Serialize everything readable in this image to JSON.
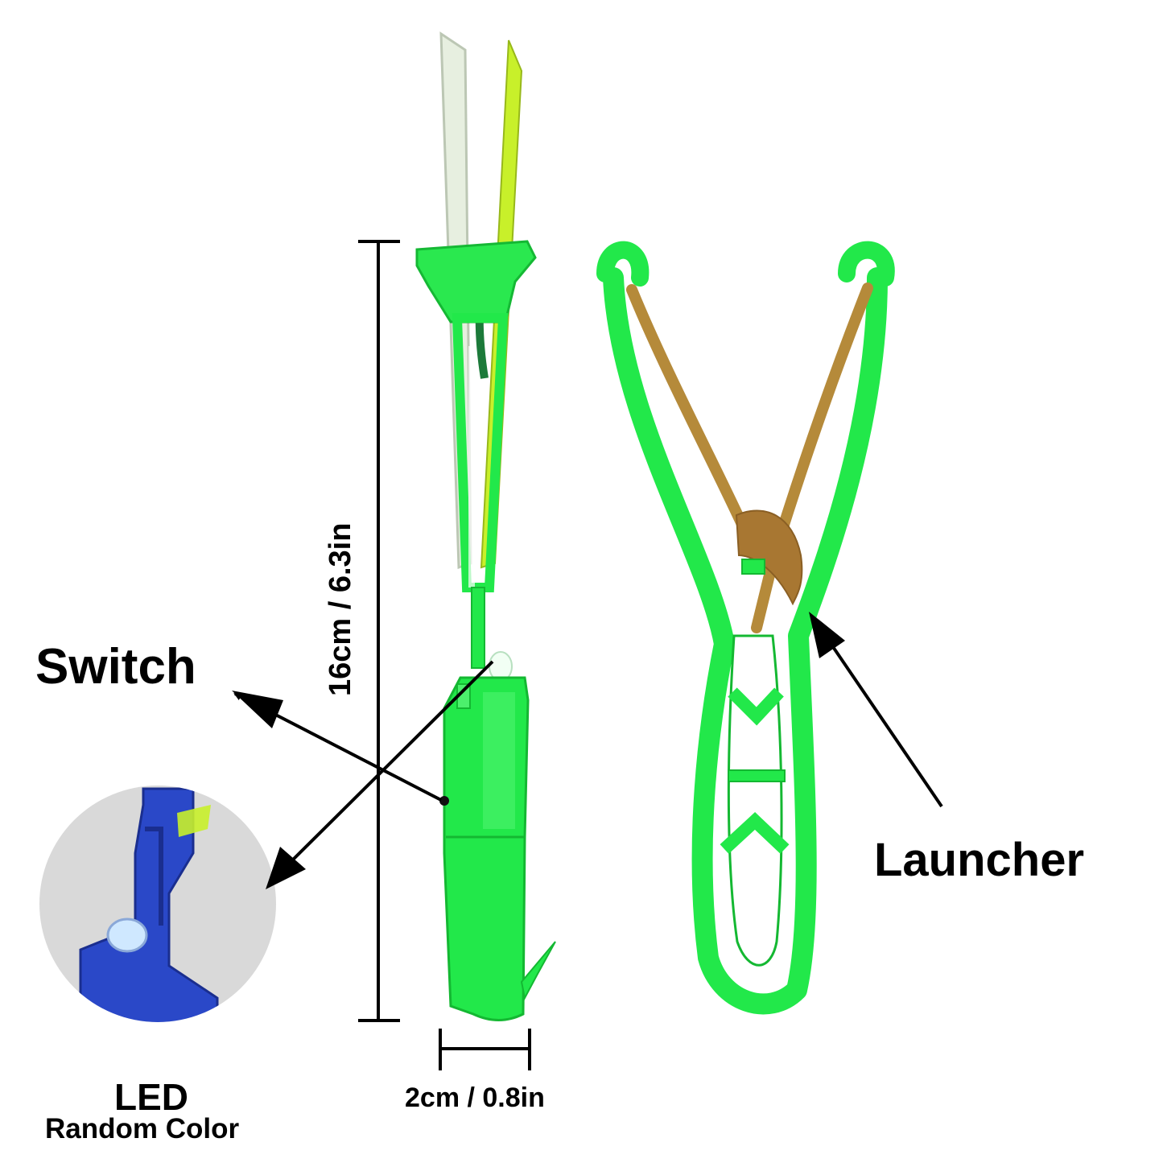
{
  "labels": {
    "switch": "Switch",
    "launcher": "Launcher",
    "led": "LED",
    "led_sub": "Random Color"
  },
  "dimensions": {
    "height": "16cm / 6.3in",
    "width": "2cm / 0.8in"
  },
  "colors": {
    "toy_green": "#22e84a",
    "toy_green_dark": "#14b832",
    "rubber_band": "#b58a3a",
    "led_housing_blue": "#2a48c8",
    "inset_background": "#d9d9d9",
    "wing_card_yellow": "#c8f02a",
    "wing_card_clear": "#dfe9d8",
    "arrow_black": "#000000"
  }
}
